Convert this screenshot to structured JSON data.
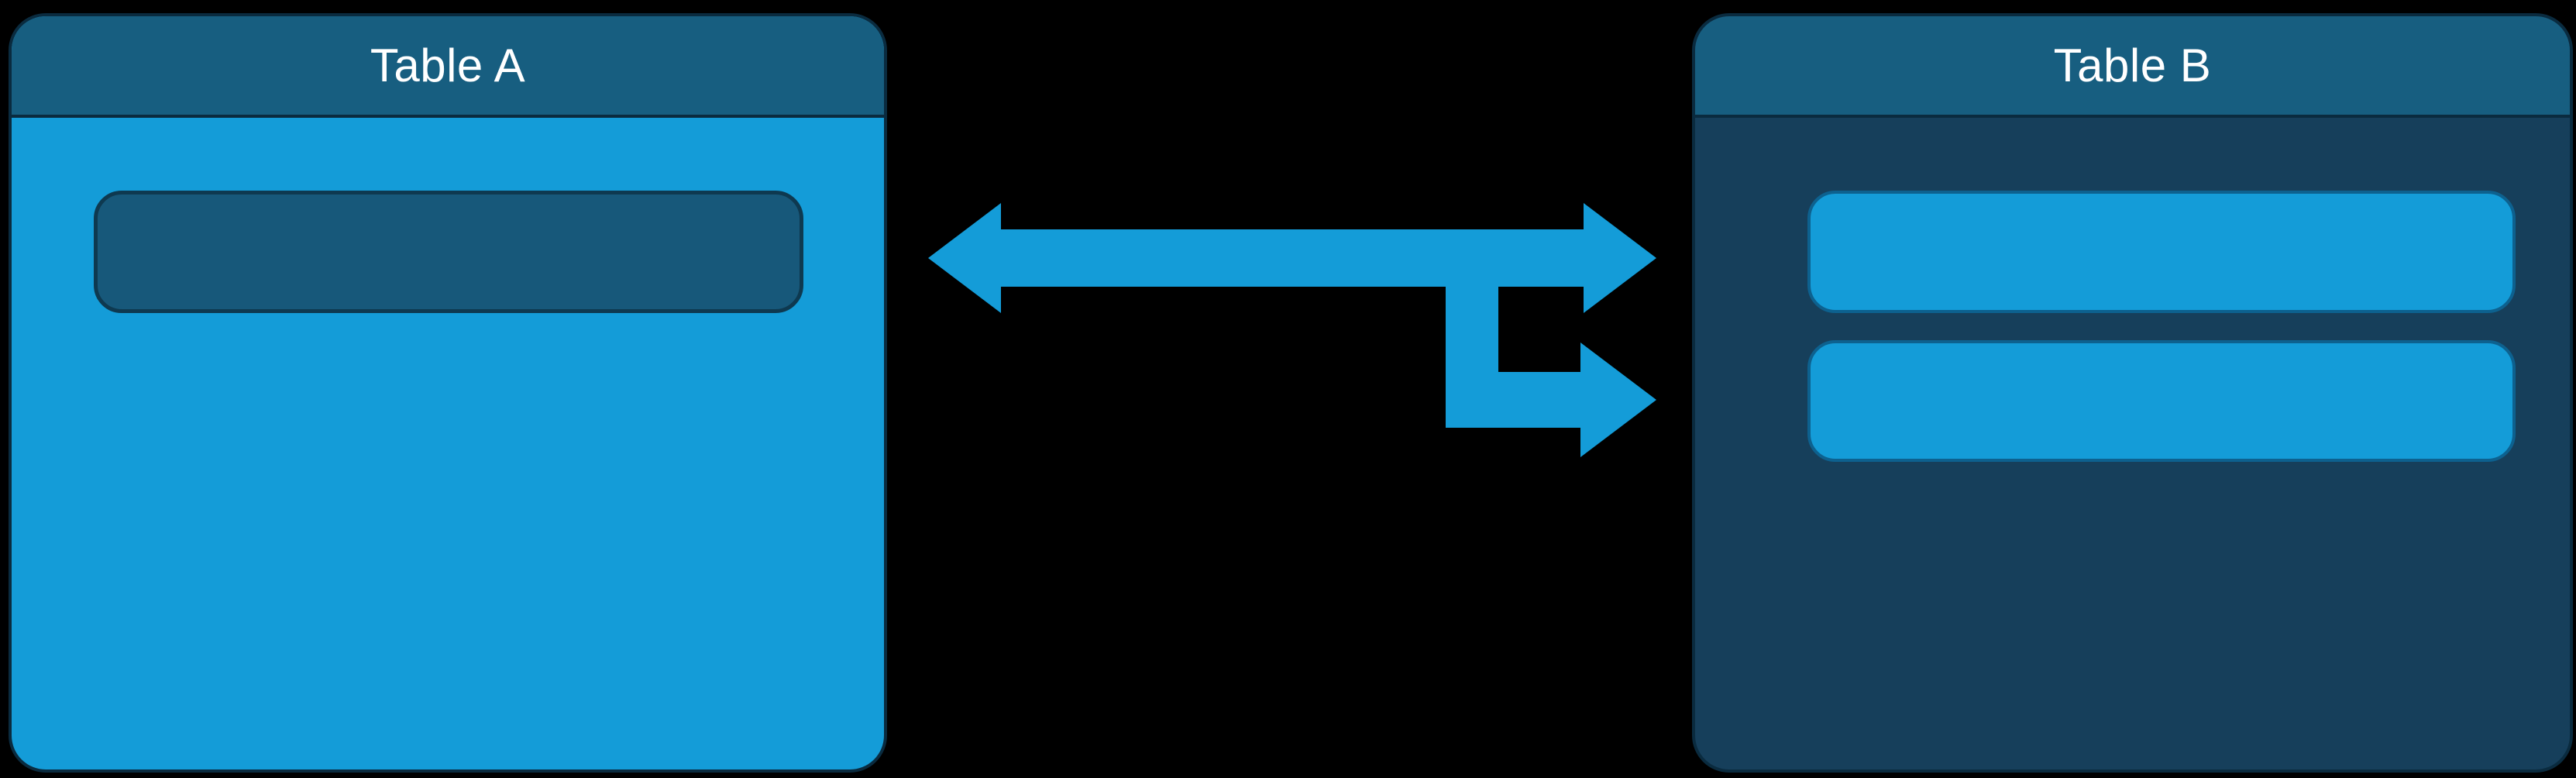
{
  "colors": {
    "background": "#000000",
    "arrow": "#149CD8",
    "header": "#175E80",
    "table_a_body": "#149CD8",
    "table_b_body": "#163F5B",
    "field_a_fill": "#17587A",
    "field_a_border": "#0E3950",
    "field_b_fill": "#149CD8",
    "field_b_border": "#0D618F",
    "card_border": "#0A2B3F",
    "title_text": "#FFFFFF"
  },
  "tables": {
    "a": {
      "title": "Table A",
      "field_count": 1
    },
    "b": {
      "title": "Table B",
      "field_count": 2
    }
  },
  "icons": {
    "bidirectional_arrow": "left-right-arrow",
    "elbow_arrow": "down-right-arrow"
  }
}
